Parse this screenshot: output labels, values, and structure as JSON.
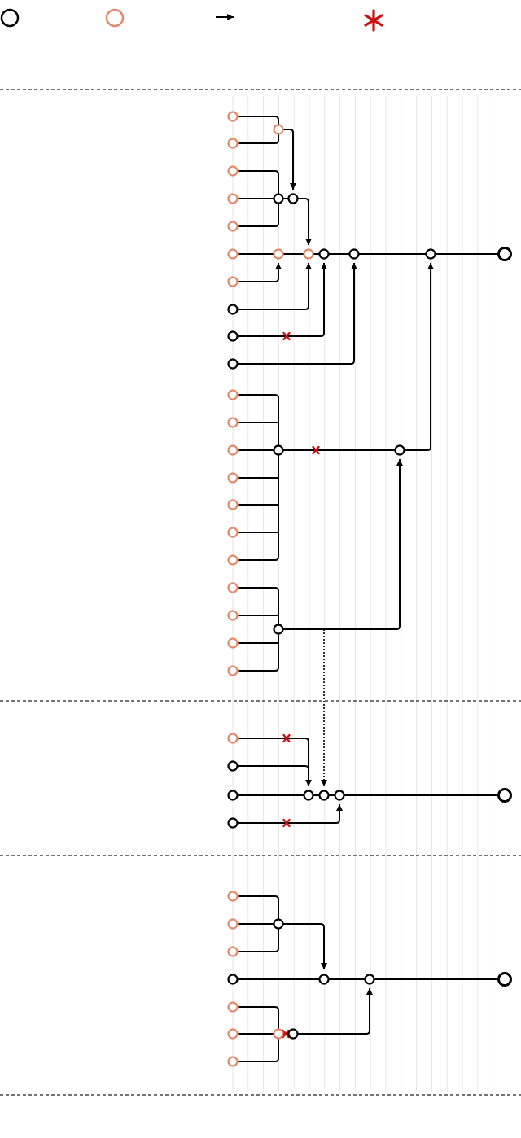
{
  "legend": [
    {
      "icon": "black-circle-icon",
      "label": ""
    },
    {
      "icon": "orange-circle-icon",
      "label": ""
    },
    {
      "icon": "arrow-right-icon",
      "label": ""
    },
    {
      "icon": "red-asterisk-icon",
      "label": ""
    }
  ],
  "colors": {
    "node_black": "#000000",
    "node_orange": "#e08a6a",
    "mark_red": "#cc1111",
    "column_grid": "#e6e6e6",
    "divider": "#222222"
  },
  "sections": [
    {
      "name": "section-1",
      "label": ""
    },
    {
      "name": "section-2",
      "label": ""
    },
    {
      "name": "section-3",
      "label": ""
    }
  ]
}
